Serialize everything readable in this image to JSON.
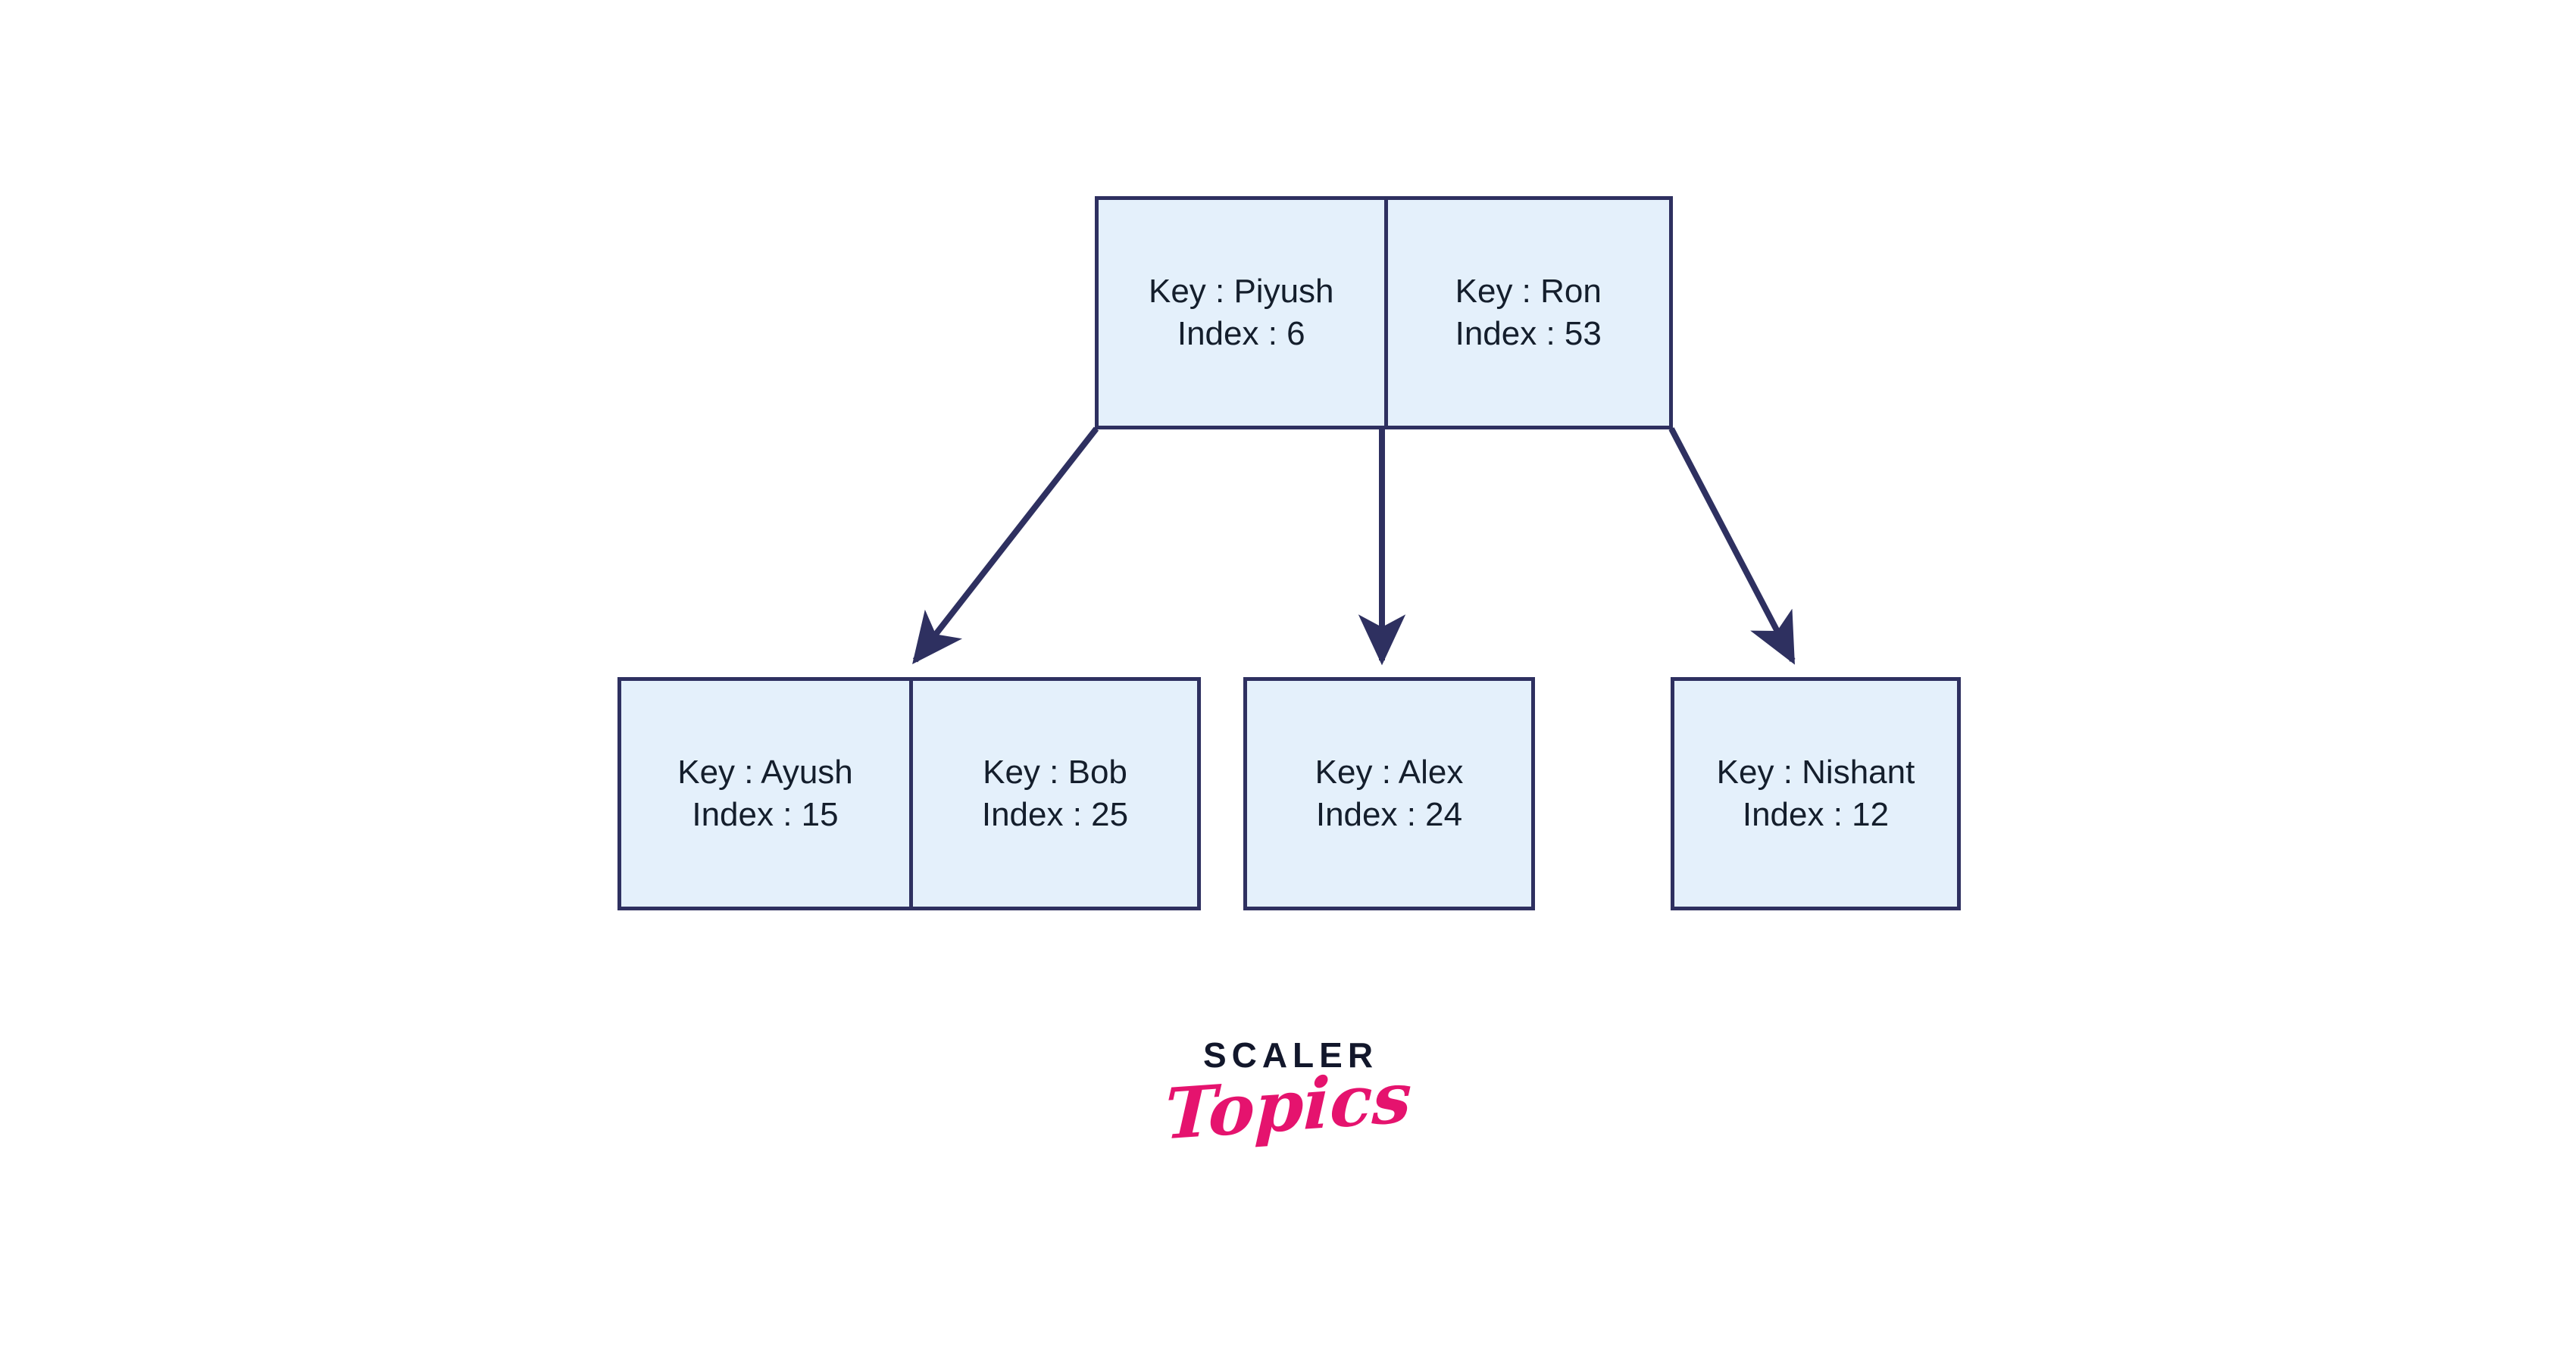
{
  "diagram": {
    "type": "b-tree",
    "title": "",
    "colors": {
      "node_fill": "#e4f0fb",
      "node_border": "#2e3060",
      "edge": "#2e3060",
      "text": "#141e2c",
      "background": "#ffffff",
      "logo_dark": "#12172b",
      "logo_pink": "#e5136e"
    },
    "labels": {
      "key_prefix": "Key :",
      "index_prefix": "Index :"
    },
    "root": {
      "name": "root-node",
      "cells": [
        {
          "key_line": "Key : Piyush",
          "index_line": "Index : 6",
          "key": "Piyush",
          "index": 6
        },
        {
          "key_line": "Key : Ron",
          "index_line": "Index : 53",
          "key": "Ron",
          "index": 53
        }
      ]
    },
    "leaves": [
      {
        "name": "leaf-node-1",
        "cells": [
          {
            "key_line": "Key : Ayush",
            "index_line": "Index : 15",
            "key": "Ayush",
            "index": 15
          },
          {
            "key_line": "Key : Bob",
            "index_line": "Index : 25",
            "key": "Bob",
            "index": 25
          }
        ]
      },
      {
        "name": "leaf-node-2",
        "cells": [
          {
            "key_line": "Key : Alex",
            "index_line": "Index : 24",
            "key": "Alex",
            "index": 24
          }
        ]
      },
      {
        "name": "leaf-node-3",
        "cells": [
          {
            "key_line": "Key : Nishant",
            "index_line": "Index : 12",
            "key": "Nishant",
            "index": 12
          }
        ]
      }
    ],
    "edges": [
      {
        "name": "edge-root-to-leaf-1",
        "from": "root-left-corner",
        "to": "leaf-node-1"
      },
      {
        "name": "edge-root-to-leaf-2",
        "from": "root-middle-divider",
        "to": "leaf-node-2"
      },
      {
        "name": "edge-root-to-leaf-3",
        "from": "root-right-corner",
        "to": "leaf-node-3"
      }
    ]
  },
  "logo": {
    "primary": "SCALER",
    "secondary": "Topics"
  }
}
